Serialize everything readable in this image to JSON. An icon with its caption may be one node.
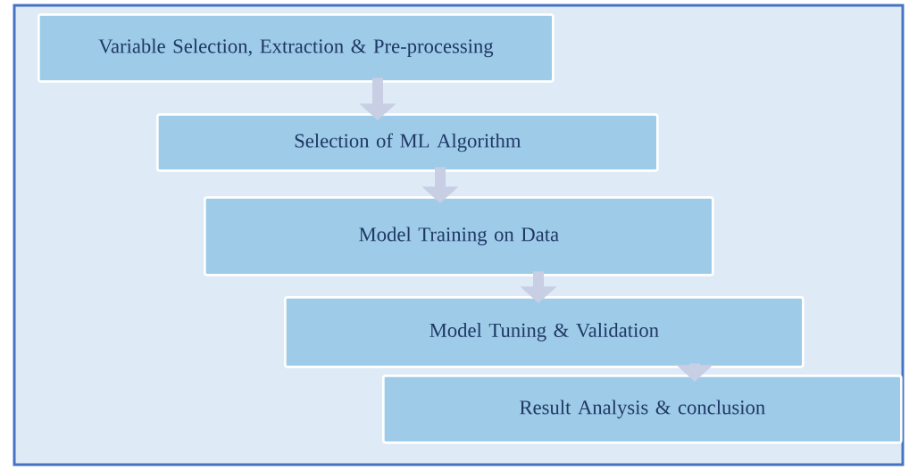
{
  "diagram": {
    "nodes": [
      {
        "text": [
          "Variable Selection, Extraction & Pre-processing"
        ]
      },
      {
        "text": [
          "Selection of ML Algorithm"
        ]
      },
      {
        "text": [
          "Model Training on Data"
        ]
      },
      {
        "text": [
          "Model Tuning & Validation"
        ]
      },
      {
        "text": [
          "Result Analysis & conclusion"
        ]
      }
    ],
    "edges": [
      {
        "from": 0,
        "to": 1,
        "arrow": "to"
      },
      {
        "from": 1,
        "to": 2,
        "arrow": "to"
      },
      {
        "from": 2,
        "to": 3,
        "arrow": "to"
      },
      {
        "from": 3,
        "to": 4,
        "arrow": "to"
      }
    ]
  }
}
